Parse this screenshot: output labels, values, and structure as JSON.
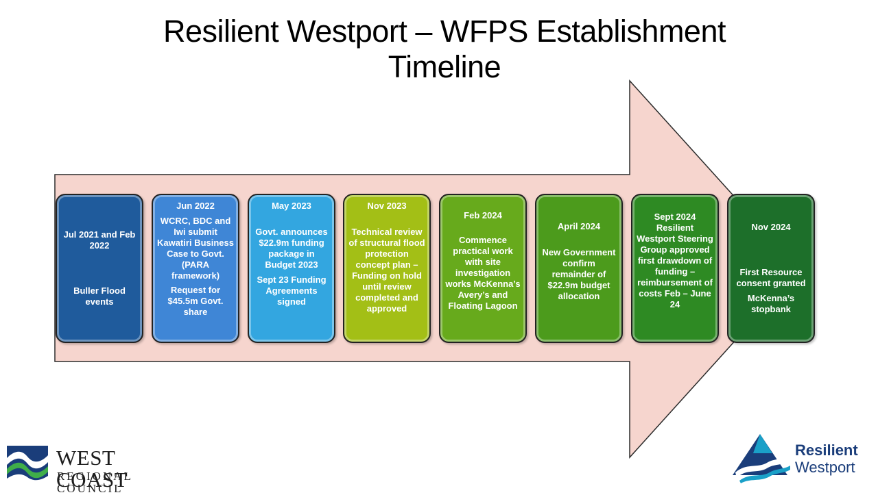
{
  "title": {
    "line1": "Resilient Westport – WFPS Establishment",
    "line2": "Timeline"
  },
  "timeline": [
    {
      "date": "Jul 2021 and Feb 2022",
      "paragraphs": [
        "Buller Flood events"
      ],
      "color": "#1f5b9c"
    },
    {
      "date": "Jun 2022",
      "paragraphs": [
        "WCRC, BDC and Iwi submit Kawatiri Business Case to Govt. (PARA framework)",
        "Request for $45.5m Govt. share"
      ],
      "color": "#3f86d6"
    },
    {
      "date": "May 2023",
      "paragraphs": [
        "Govt. announces $22.9m funding package in Budget 2023",
        "Sept 23 Funding Agreements signed"
      ],
      "color": "#33a6e0"
    },
    {
      "date": "Nov 2023",
      "paragraphs": [
        "Technical review of structural flood protection concept plan – Funding on hold until review completed and approved"
      ],
      "color": "#a3bf16"
    },
    {
      "date": "Feb 2024",
      "paragraphs": [
        "Commence practical work with site investigation works McKenna’s Avery’s and Floating Lagoon"
      ],
      "color": "#67aa1c"
    },
    {
      "date": "April 2024",
      "paragraphs": [
        "New Government confirm remainder of $22.9m budget allocation"
      ],
      "color": "#4c9b1c"
    },
    {
      "date": "Sept 2024",
      "paragraphs": [
        "Resilient Westport Steering Group approved first drawdown of funding – reimbursement of costs Feb – June 24"
      ],
      "color": "#2e8a23"
    },
    {
      "date": "Nov 2024",
      "paragraphs": [
        "First Resource consent granted",
        "McKenna’s stopbank"
      ],
      "color": "#1d6f2a"
    }
  ],
  "logos": {
    "left": {
      "line1": "WEST COAST",
      "line2": "REGIONAL COUNCIL"
    },
    "right": {
      "line1": "Resilient",
      "line2": "Westport"
    }
  },
  "colors": {
    "arrow_fill": "#f6d5ce",
    "arrow_stroke": "#2b2b2b",
    "logo_blue": "#1a3d7a",
    "logo_teal": "#1aa0c8"
  }
}
